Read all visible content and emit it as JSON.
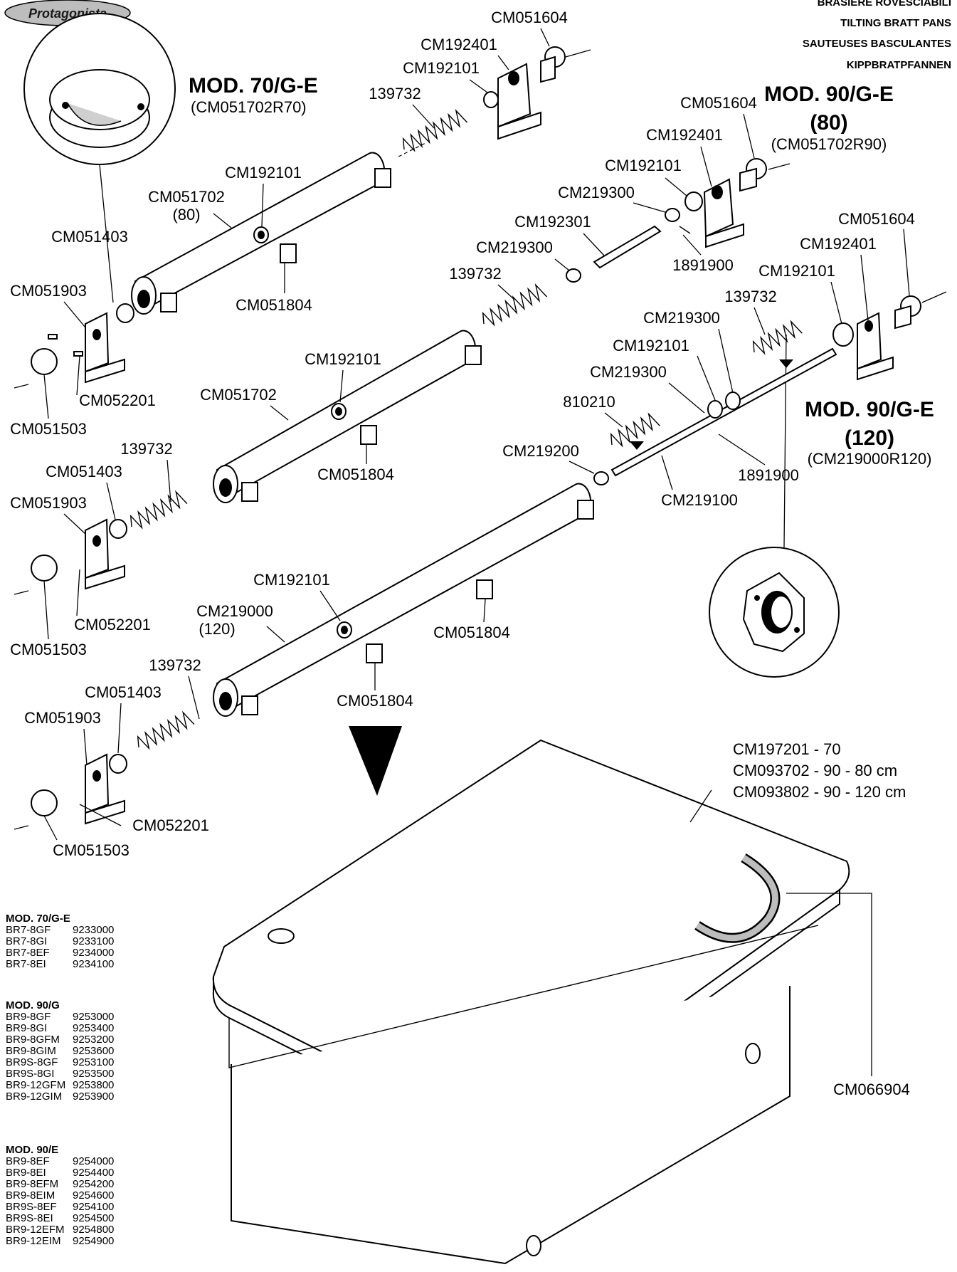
{
  "brand": {
    "label": "Protagonista"
  },
  "header_lines": [
    "BRASIERE ROVESCIABILI",
    "TILTING BRATT PANS",
    "SAUTEUSES BASCULANTES",
    "KIPPBRATPFANNEN"
  ],
  "models": [
    {
      "title": "MOD. 70/G-E",
      "subtitle": "(CM051702R70)"
    },
    {
      "title": "MOD. 90/G-E",
      "size": "(80)",
      "subtitle": "(CM051702R90)"
    },
    {
      "title": "MOD. 90/G-E",
      "size": "(120)",
      "subtitle": "(CM219000R120)"
    }
  ],
  "parts": {
    "shaft_80_code": "CM051702",
    "shaft_80_size": "(80)",
    "shaft_mid_code": "CM051702",
    "shaft_120_code": "CM219000",
    "shaft_120_size": "(120)",
    "spring": "139732",
    "spring_810": "810210",
    "bushing": "CM192101",
    "bracket": "CM192401",
    "flange": "CM051604",
    "collar": "CM051403",
    "bracket_left": "CM051903",
    "pin": "CM052201",
    "flange_left": "CM051503",
    "block": "CM051804",
    "ring": "CM219300",
    "shaft_rod": "CM192301",
    "pin_1891": "1891900",
    "cap": "CM219200",
    "rod_120": "CM219100",
    "lid_lines": [
      "CM197201 - 70",
      "CM093702 - 90 - 80 cm",
      "CM093802 - 90 - 120 cm"
    ],
    "handle": "CM066904"
  },
  "tables": [
    {
      "title": "MOD. 70/G-E",
      "rows": [
        [
          "BR7-8GF",
          "9233000"
        ],
        [
          "BR7-8GI",
          "9233100"
        ],
        [
          "BR7-8EF",
          "9234000"
        ],
        [
          "BR7-8EI",
          "9234100"
        ]
      ]
    },
    {
      "title": "MOD. 90/G",
      "rows": [
        [
          "BR9-8GF",
          "9253000"
        ],
        [
          "BR9-8GI",
          "9253400"
        ],
        [
          "BR9-8GFM",
          "9253200"
        ],
        [
          "BR9-8GIM",
          "9253600"
        ],
        [
          "BR9S-8GF",
          "9253100"
        ],
        [
          "BR9S-8GI",
          "9253500"
        ],
        [
          "BR9-12GFM",
          "9253800"
        ],
        [
          "BR9-12GIM",
          "9253900"
        ]
      ]
    },
    {
      "title": "MOD. 90/E",
      "rows": [
        [
          "BR9-8EF",
          "9254000"
        ],
        [
          "BR9-8EI",
          "9254400"
        ],
        [
          "BR9-8EFM",
          "9254200"
        ],
        [
          "BR9-8EIM",
          "9254600"
        ],
        [
          "BR9S-8EF",
          "9254100"
        ],
        [
          "BR9S-8EI",
          "9254500"
        ],
        [
          "BR9-12EFM",
          "9254800"
        ],
        [
          "BR9-12EIM",
          "9254900"
        ]
      ]
    }
  ]
}
